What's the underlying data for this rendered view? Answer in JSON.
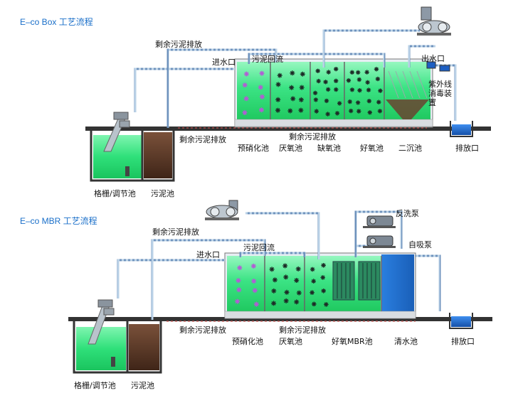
{
  "colors": {
    "water": "#27d86a",
    "water_light": "#6ef0a0",
    "sludge": "#5b3a2a",
    "clear": "#1f6fd1",
    "pipe": "#9bbcd8",
    "pipe_dark": "#5a7fa8",
    "ground": "#333333",
    "title": "#1a6fc9"
  },
  "box": {
    "title": "E–co Box 工艺流程",
    "labels": {
      "excess_sludge_top": "剩余污泥排放",
      "inlet": "进水口",
      "sludge_return": "污泥回流",
      "outlet": "出水口",
      "uv": [
        "紫外线",
        "消毒装",
        "置"
      ],
      "excess_sludge_left": "剩余污泥排放",
      "excess_sludge_mid": "剩余污泥排放",
      "pre_denit": "预硝化池",
      "anaerobic": "厌氧池",
      "anoxic": "缺氧池",
      "aerobic": "好氧池",
      "secondary": "二沉池",
      "discharge": "排放口",
      "screen": "格栅/调节池",
      "sludge_tank": "污泥池"
    }
  },
  "mbr": {
    "title": "E–co MBR 工艺流程",
    "labels": {
      "excess_sludge_top": "剩余污泥排放",
      "inlet": "进水口",
      "sludge_return": "污泥回流",
      "backwash": "反洗泵",
      "suction": "自吸泵",
      "excess_sludge_left": "剩余污泥排放",
      "excess_sludge_mid": "剩余污泥排放",
      "pre_denit": "预硝化池",
      "anaerobic": "厌氧池",
      "aerobic_mbr": "好氧MBR池",
      "clear_tank": "清水池",
      "discharge": "排放口",
      "screen": "格栅/调节池",
      "sludge_tank": "污泥池"
    }
  }
}
